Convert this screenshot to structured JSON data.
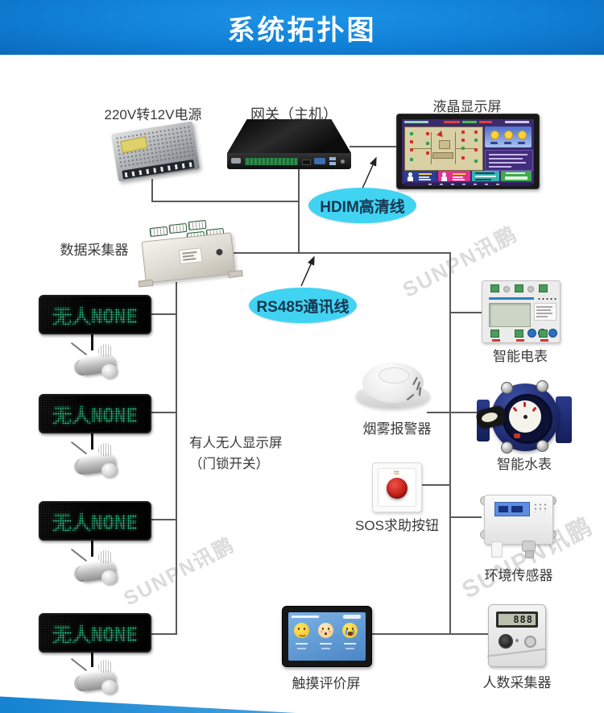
{
  "title": "系统拓扑图",
  "watermark": "SUNPN讯鹏",
  "cables": {
    "hdmi": {
      "label": "HDIM高清线"
    },
    "rs485": {
      "label": "RS485通讯线"
    }
  },
  "nodes": {
    "power": {
      "label": "220V转12V电源"
    },
    "gateway": {
      "label": "网关（主机）"
    },
    "lcd": {
      "label": "液晶显示屏"
    },
    "collector": {
      "label": "数据采集器"
    },
    "occupancy": {
      "label_line1": "有人无人显示屏",
      "label_line2": "（门锁开关）",
      "led_text": "无人NONE"
    },
    "meter": {
      "label": "智能电表"
    },
    "smoke": {
      "label": "烟雾报警器"
    },
    "water": {
      "label": "智能水表"
    },
    "sos": {
      "label": "SOS求助按钮"
    },
    "env": {
      "label": "环境传感器"
    },
    "touch": {
      "label": "触摸评价屏"
    },
    "people": {
      "label": "人数采集器",
      "lcd_value": "888"
    }
  },
  "colors": {
    "header_blue": "#1080d6",
    "cable_badge_cyan": "#41d3f2",
    "led_green": "#35d694",
    "connector_line": "#5a5a5a"
  }
}
